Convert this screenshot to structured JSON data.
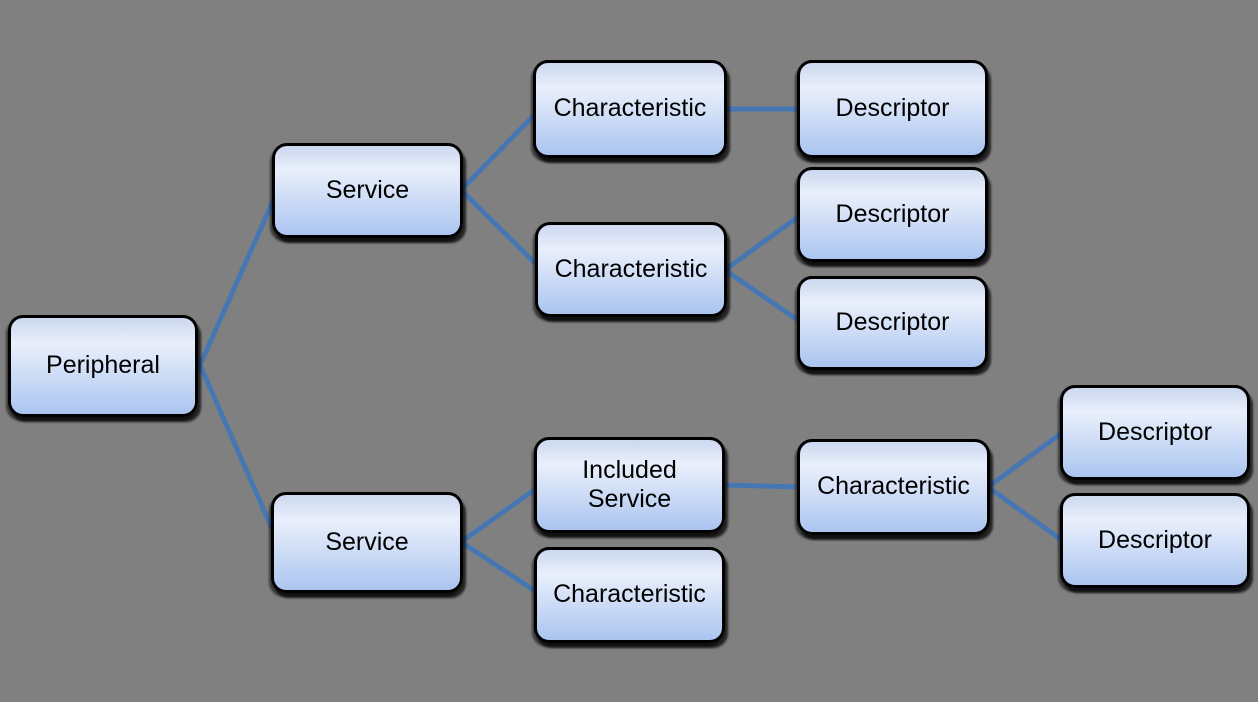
{
  "colors": {
    "background": "#808080",
    "connector": "#4777b3",
    "node_border": "#000000",
    "node_fill_top": "#ccd8f0",
    "node_fill_light": "#e9effb",
    "node_fill_bottom": "#abc5f0",
    "node_text": "#000000"
  },
  "nodes": [
    {
      "id": "peripheral",
      "label": "Peripheral"
    },
    {
      "id": "service-1",
      "label": "Service"
    },
    {
      "id": "characteristic-1",
      "label": "Characteristic"
    },
    {
      "id": "descriptor-1",
      "label": "Descriptor"
    },
    {
      "id": "characteristic-2",
      "label": "Characteristic"
    },
    {
      "id": "descriptor-2",
      "label": "Descriptor"
    },
    {
      "id": "descriptor-3",
      "label": "Descriptor"
    },
    {
      "id": "service-2",
      "label": "Service"
    },
    {
      "id": "included-service",
      "label": "Included Service"
    },
    {
      "id": "characteristic-3",
      "label": "Characteristic"
    },
    {
      "id": "characteristic-4",
      "label": "Characteristic"
    },
    {
      "id": "descriptor-4",
      "label": "Descriptor"
    },
    {
      "id": "descriptor-5",
      "label": "Descriptor"
    }
  ],
  "edges": [
    {
      "from": "peripheral",
      "to": "service-1"
    },
    {
      "from": "peripheral",
      "to": "service-2"
    },
    {
      "from": "service-1",
      "to": "characteristic-1"
    },
    {
      "from": "service-1",
      "to": "characteristic-2"
    },
    {
      "from": "characteristic-1",
      "to": "descriptor-1"
    },
    {
      "from": "characteristic-2",
      "to": "descriptor-2"
    },
    {
      "from": "characteristic-2",
      "to": "descriptor-3"
    },
    {
      "from": "service-2",
      "to": "included-service"
    },
    {
      "from": "service-2",
      "to": "characteristic-3"
    },
    {
      "from": "included-service",
      "to": "characteristic-4"
    },
    {
      "from": "characteristic-4",
      "to": "descriptor-4"
    },
    {
      "from": "characteristic-4",
      "to": "descriptor-5"
    }
  ]
}
